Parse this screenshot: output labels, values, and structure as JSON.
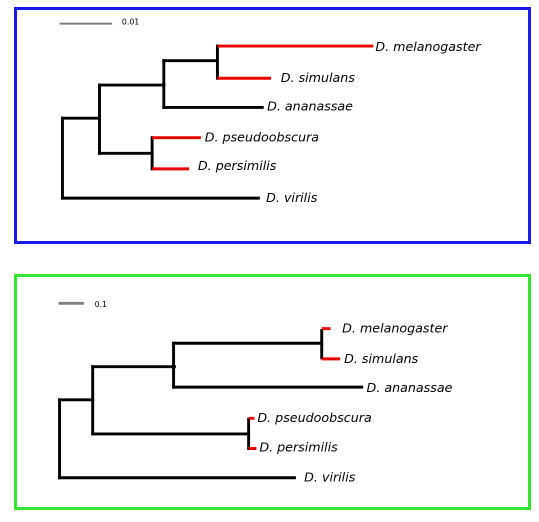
{
  "colors": {
    "top_frame": "#1a1ae6",
    "bottom_frame": "#33e633",
    "branch": "#000000",
    "highlight": "#e60000",
    "scale_bar": "#808080"
  },
  "trees": [
    {
      "scale_label": "0.01",
      "taxa": [
        "D. melanogaster",
        "D. simulans",
        "D. ananassae",
        "D. pseudoobscura",
        "D. persimilis",
        "D. virilis"
      ]
    },
    {
      "scale_label": "0.1",
      "taxa": [
        "D. melanogaster",
        "D. simulans",
        "D. ananassae",
        "D. pseudoobscura",
        "D. persimilis",
        "D. virilis"
      ]
    }
  ]
}
